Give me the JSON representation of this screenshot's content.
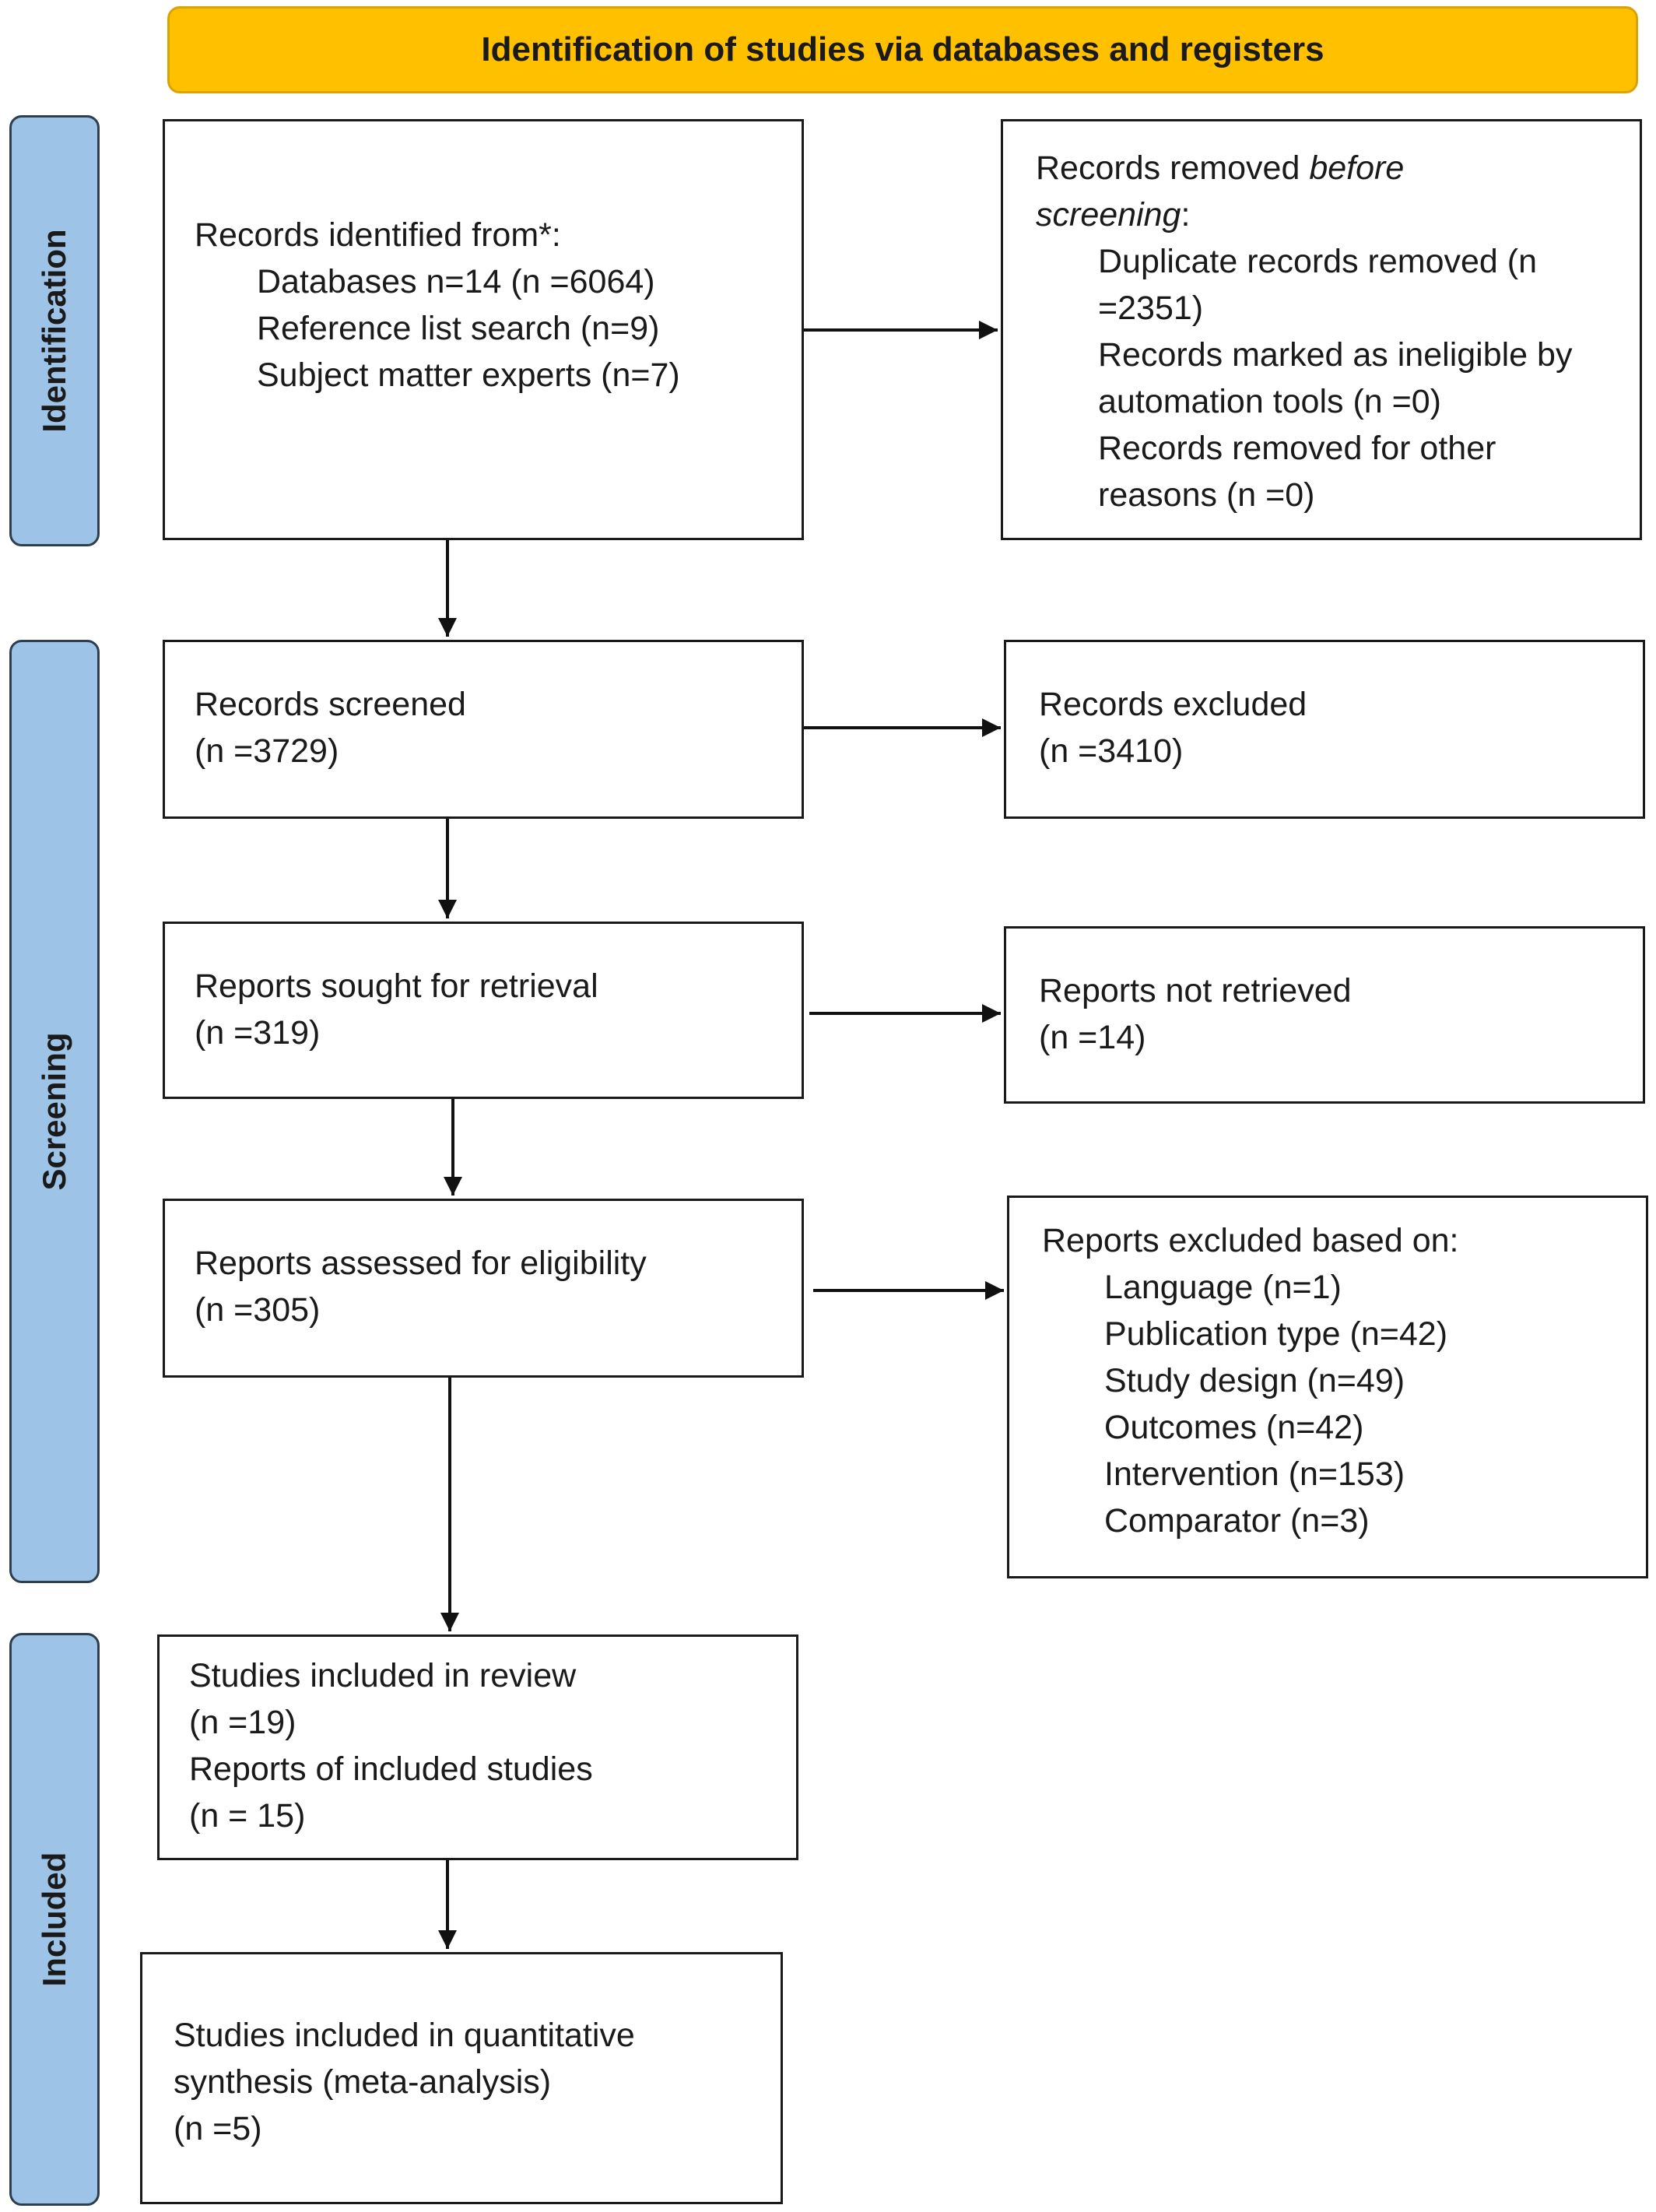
{
  "header": {
    "title": "Identification of studies via databases and registers"
  },
  "phases": {
    "identification": "Identification",
    "screening": "Screening",
    "included": "Included"
  },
  "identified": {
    "heading": "Records identified from*:",
    "databases": "Databases n=14 (n =6064)",
    "reference": "Reference list search (n=9)",
    "experts": "Subject matter experts (n=7)"
  },
  "removed": {
    "heading_pre": "Records removed ",
    "heading_em1": "before",
    "heading_em2": "screening",
    "heading_post": ":",
    "duplicates": "Duplicate records removed (n =2351)",
    "ineligible": "Records marked as ineligible by automation tools (n =0)",
    "other": "Records removed for other reasons (n =0)"
  },
  "screened": {
    "label": "Records screened",
    "count": "(n =3729)"
  },
  "excluded": {
    "label": "Records excluded",
    "count": "(n =3410)"
  },
  "sought": {
    "label": "Reports sought for retrieval",
    "count": "(n =319)"
  },
  "not_retrieved": {
    "label": "Reports not retrieved",
    "count": "(n =14)"
  },
  "assessed": {
    "label": "Reports assessed for eligibility",
    "count": "(n =305)"
  },
  "reports_excluded": {
    "heading": "Reports excluded based on:",
    "reasons": [
      "Language (n=1)",
      "Publication type (n=42)",
      "Study design (n=49)",
      "Outcomes (n=42)",
      "Intervention (n=153)",
      "Comparator (n=3)"
    ]
  },
  "included_review": {
    "studies": "Studies included in review",
    "studies_count": "(n =19)",
    "reports": "Reports of included studies",
    "reports_count": "(n = 15)"
  },
  "meta": {
    "line1": "Studies  included  in quantitative",
    "line2": "synthesis  (meta-analysis)",
    "count": "(n =5)"
  }
}
